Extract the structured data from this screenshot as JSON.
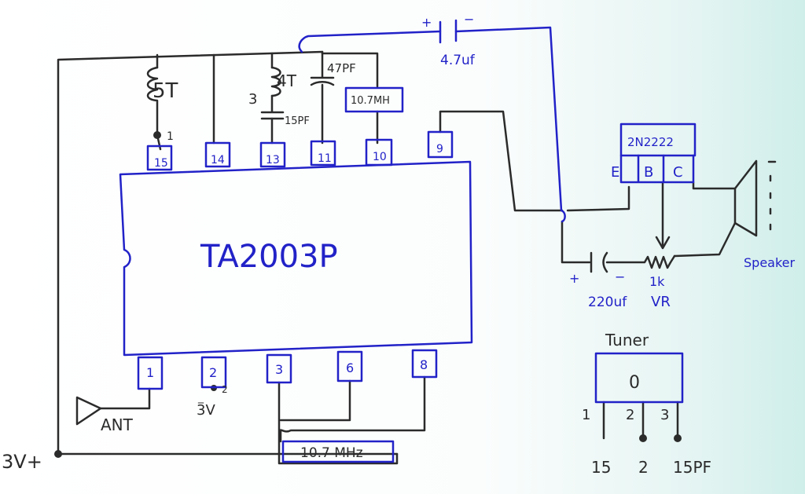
{
  "ic": {
    "name": "TA2003P",
    "top_pins": [
      "15",
      "14",
      "13",
      "11",
      "10",
      "9"
    ],
    "bottom_pins": [
      "1",
      "2",
      "3",
      "6",
      "8"
    ]
  },
  "labels": {
    "coil_5t": "5T",
    "coil_5t_tap": "1",
    "coil_4t": "4T",
    "coil_4t_tap": "3",
    "cap_15pf": "15PF",
    "cap_47pf": "47PF",
    "filter_top": "10.7MH",
    "cap_top": "4.7uf",
    "cap_top_plus": "+",
    "cap_top_minus": "−",
    "transistor": "2N2222",
    "transistor_pins": [
      "E",
      "B",
      "C"
    ],
    "speaker": "Speaker",
    "cap_out": "220uf",
    "cap_out_plus": "+",
    "cap_out_minus": "−",
    "vr_value": "1k",
    "vr_label": "VR",
    "antenna": "ANT",
    "pin2_supply": "3V",
    "pin2_tap": "2",
    "filter_bottom": "10.7 MHz",
    "supply": "3V+"
  },
  "tuner": {
    "title": "Tuner",
    "knob": "0",
    "pins": [
      "1",
      "2",
      "3"
    ],
    "connections": [
      "15",
      "2",
      "15PF"
    ]
  }
}
